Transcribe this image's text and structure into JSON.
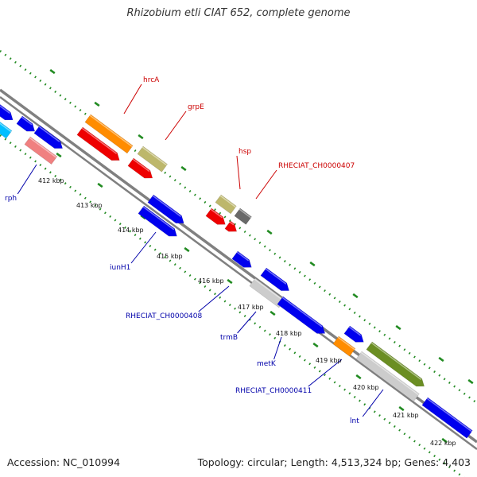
{
  "title": "Rhizobium etli CIAT 652, complete genome",
  "footer": {
    "accession": "Accession: NC_010994",
    "stats": "Topology: circular; Length: 4,513,324 bp; Genes: 4,403"
  },
  "colors": {
    "backbone": "#808080",
    "tick_dots": "#228b22",
    "label_forward": "#cc0000",
    "label_reverse": "#0000aa",
    "kbp_text": "#111111"
  },
  "kbp_ticks": [
    "412 kbp",
    "413 kbp",
    "414 kbp",
    "415 kbp",
    "416 kbp",
    "417 kbp",
    "418 kbp",
    "419 kbp",
    "420 kbp",
    "421 kbp",
    "422 kbp"
  ],
  "forward_labels": [
    "hrcA",
    "grpE",
    "hsp",
    "RHECIAT_CH0000407"
  ],
  "reverse_labels": [
    "rph",
    "iunH1",
    "RHECIAT_CH0000408",
    "trmB",
    "metK",
    "RHECIAT_CH0000411",
    "lnt"
  ],
  "genes": [
    {
      "strand": "forward",
      "track": 1,
      "color": "#0000ee",
      "direction": "right"
    },
    {
      "strand": "forward",
      "track": 1,
      "color": "#0000ee",
      "direction": "right"
    },
    {
      "strand": "forward",
      "track": 2,
      "color": "#ff8c00",
      "direction": "none"
    },
    {
      "strand": "forward",
      "track": 1,
      "color": "#ee0000",
      "direction": "right"
    },
    {
      "strand": "forward",
      "track": 2,
      "color": "#bdb76b",
      "direction": "none"
    },
    {
      "strand": "forward",
      "track": 1,
      "color": "#ee0000",
      "direction": "right"
    },
    {
      "strand": "forward",
      "track": 2,
      "color": "#bdb76b",
      "direction": "none"
    },
    {
      "strand": "forward",
      "track": 2,
      "color": "#696969",
      "direction": "none"
    },
    {
      "strand": "forward",
      "track": 1,
      "color": "#ee0000",
      "direction": "right"
    },
    {
      "strand": "forward",
      "track": 1,
      "color": "#ee0000",
      "direction": "right"
    },
    {
      "strand": "reverse",
      "track": 1,
      "color": "#0000ee",
      "direction": "right"
    },
    {
      "strand": "reverse",
      "track": 1,
      "color": "#00bfff",
      "direction": "none"
    },
    {
      "strand": "reverse",
      "track": 2,
      "color": "#f08080",
      "direction": "none"
    },
    {
      "strand": "reverse",
      "track": 1,
      "color": "#0000ee",
      "direction": "right"
    },
    {
      "strand": "reverse",
      "track": 1,
      "color": "#0000ee",
      "direction": "right"
    },
    {
      "strand": "reverse",
      "track": 2,
      "color": "#00bfff",
      "direction": "right"
    },
    {
      "strand": "reverse",
      "track": 1,
      "color": "#0000ee",
      "direction": "right"
    },
    {
      "strand": "reverse",
      "track": 1,
      "color": "#0000ee",
      "direction": "right"
    },
    {
      "strand": "reverse",
      "track": 1,
      "color": "#cccccc",
      "direction": "none"
    },
    {
      "strand": "reverse",
      "track": 2,
      "color": "#0000ee",
      "direction": "right"
    },
    {
      "strand": "reverse",
      "track": 1,
      "color": "#0000ee",
      "direction": "right"
    },
    {
      "strand": "reverse",
      "track": 2,
      "color": "#ff8c00",
      "direction": "none"
    },
    {
      "strand": "reverse",
      "track": 1,
      "color": "#0000ee",
      "direction": "right"
    },
    {
      "strand": "reverse",
      "track": 2,
      "color": "#6b8e23",
      "direction": "right"
    },
    {
      "strand": "reverse",
      "track": 2,
      "color": "#cccccc",
      "direction": "none"
    },
    {
      "strand": "reverse",
      "track": 1,
      "color": "#0000ee",
      "direction": "none"
    }
  ]
}
